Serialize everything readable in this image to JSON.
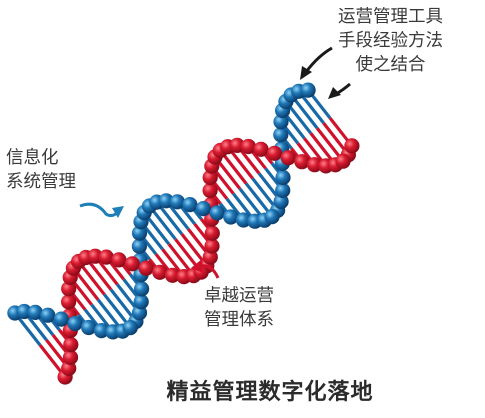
{
  "annotations": {
    "top": [
      "运营管理工具",
      "手段经验方法",
      "使之结合"
    ],
    "left": [
      "信息化",
      "系统管理"
    ],
    "right": [
      "卓越运营",
      "管理体系"
    ]
  },
  "title": "精益管理数字化落地",
  "colors": {
    "red_strand": "#d0112b",
    "blue_strand": "#1769a8",
    "rung_red": "#d0112b",
    "rung_blue": "#1769a8",
    "arrow": "#1a1a1a",
    "arrow_teal": "#1e7fb8",
    "arrow_red": "#d0112b"
  }
}
